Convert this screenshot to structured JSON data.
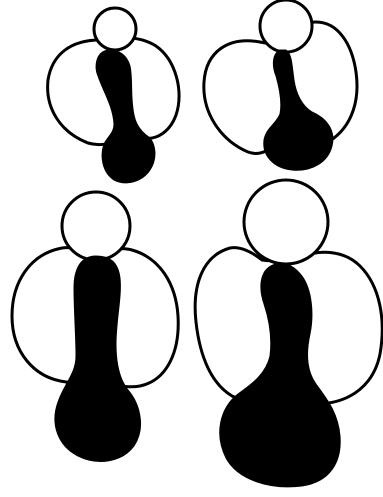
{
  "figure": {
    "kind": "line-drawing",
    "panel_count": 4,
    "panels": [
      {
        "name": "top-left",
        "head": "outline",
        "wings": "outline",
        "body": "solid-black"
      },
      {
        "name": "top-right",
        "head": "outline",
        "wings": "outline",
        "body": "solid-black"
      },
      {
        "name": "bottom-left",
        "head": "outline",
        "wings": "outline",
        "body": "solid-black"
      },
      {
        "name": "bottom-right",
        "head": "outline",
        "wings": "outline",
        "body": "solid-black"
      }
    ],
    "colors": {
      "background": "#ffffff",
      "stroke": "#000000",
      "fill": "#000000"
    }
  }
}
